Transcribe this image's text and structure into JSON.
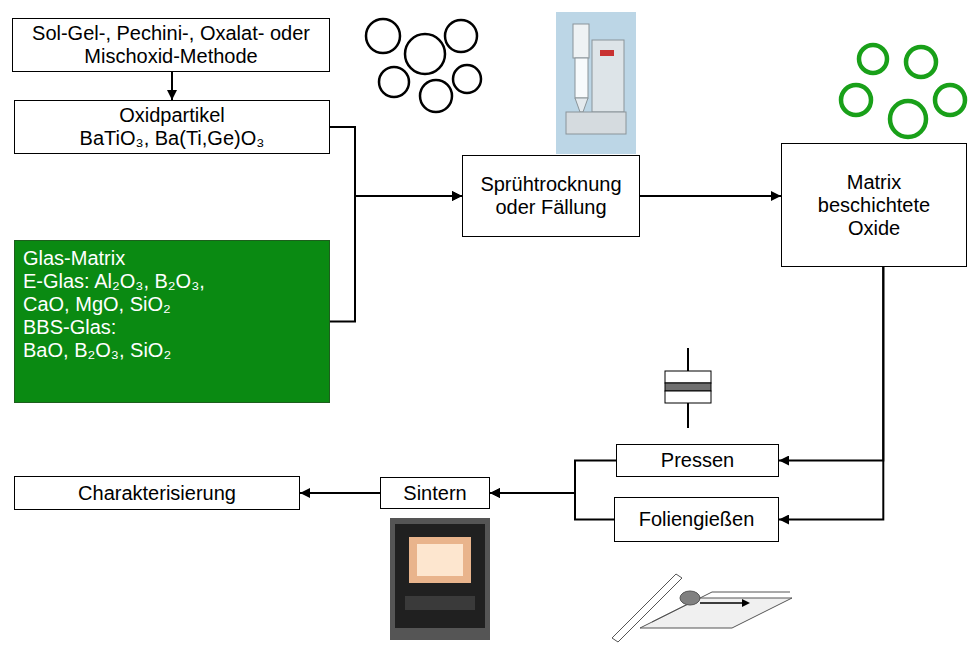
{
  "diagram": {
    "nodes": [
      {
        "text": [
          "Sol-Gel-, Pechini-, Oxalat- oder Mischoxid-Methode"
        ]
      },
      {
        "text": [
          "Oxidpartikel",
          "BaTiO₃, Ba(Ti,Ge)O₃"
        ]
      },
      {
        "text": [
          "Glas-Matrix",
          "E-Glas: Al₂O₃, B₂O₃, CaO, MgO, SiO₂",
          "BBS-Glas:",
          "BaO, B₂O₃, SiO₂"
        ]
      },
      {
        "text": [
          "Sprühtrocknung oder Fällung"
        ]
      },
      {
        "text": [
          "Matrix beschichtete Oxide"
        ]
      },
      {
        "text": [
          "Pressen"
        ]
      },
      {
        "text": [
          "Foliengießen"
        ]
      },
      {
        "text": [
          "Sintern"
        ]
      },
      {
        "text": [
          "Charakterisierung"
        ]
      }
    ],
    "edges": [
      {
        "from": 0,
        "to": 1,
        "arrow": "to"
      },
      {
        "from": 1,
        "to": 3,
        "arrow": "to"
      },
      {
        "from": 2,
        "to": 3,
        "arrow": "to"
      },
      {
        "from": 3,
        "to": 4,
        "arrow": "to"
      },
      {
        "from": 4,
        "to": 5,
        "arrow": "to"
      },
      {
        "from": 4,
        "to": 6,
        "arrow": "to"
      },
      {
        "from": 5,
        "to": 7,
        "arrow": "to"
      },
      {
        "from": 6,
        "to": 7,
        "arrow": "to"
      },
      {
        "from": 7,
        "to": 8,
        "arrow": "to"
      }
    ]
  }
}
